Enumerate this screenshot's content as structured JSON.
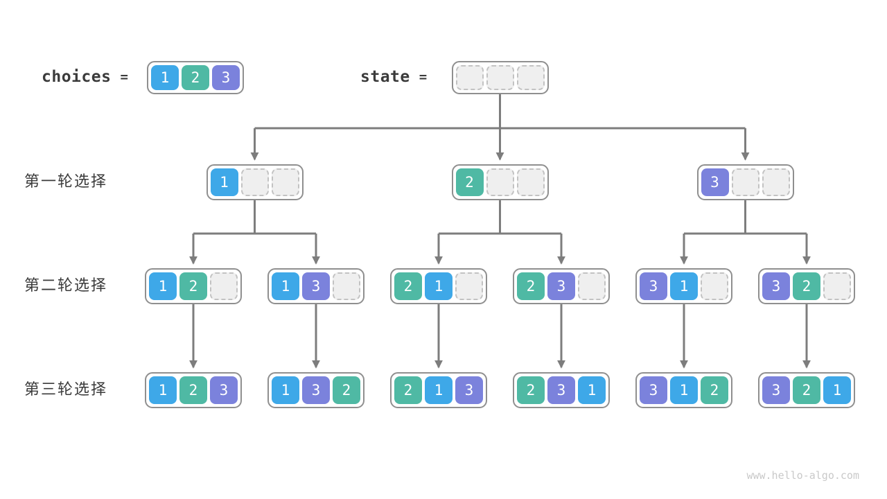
{
  "header": {
    "choices_label": "choices",
    "equals": "=",
    "state_label": "state",
    "choices_values": [
      1,
      2,
      3
    ],
    "state_slots": [
      null,
      null,
      null
    ]
  },
  "rows": [
    {
      "label": "第一轮选择",
      "boxes": [
        [
          1,
          null,
          null
        ],
        [
          2,
          null,
          null
        ],
        [
          3,
          null,
          null
        ]
      ]
    },
    {
      "label": "第二轮选择",
      "boxes": [
        [
          1,
          2,
          null
        ],
        [
          1,
          3,
          null
        ],
        [
          2,
          1,
          null
        ],
        [
          2,
          3,
          null
        ],
        [
          3,
          1,
          null
        ],
        [
          3,
          2,
          null
        ]
      ]
    },
    {
      "label": "第三轮选择",
      "boxes": [
        [
          1,
          2,
          3
        ],
        [
          1,
          3,
          2
        ],
        [
          2,
          1,
          3
        ],
        [
          2,
          3,
          1
        ],
        [
          3,
          1,
          2
        ],
        [
          3,
          2,
          1
        ]
      ]
    }
  ],
  "colors": {
    "value_1": "#3ea8e8",
    "value_2": "#4fb9a4",
    "value_3": "#7b82dc",
    "arrow": "#7d7d7d",
    "box_border": "#8f8f8f",
    "empty_fill": "#efefef",
    "empty_border": "#c2c2c2"
  },
  "watermark": "www.hello-algo.com"
}
